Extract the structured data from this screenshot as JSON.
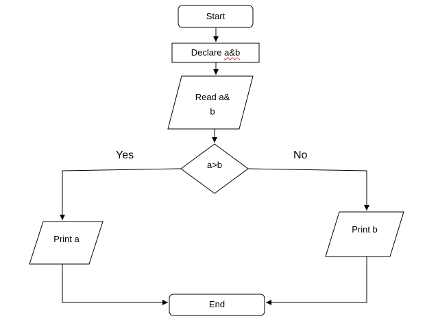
{
  "flowchart": {
    "nodes": {
      "start": "Start",
      "declare": {
        "prefix": "Declare ",
        "flagged": "a&b"
      },
      "read_line1": "Read a&",
      "read_line2": "b",
      "decision": "a>b",
      "print_a": "Print a",
      "print_b": "Print b",
      "end": "End"
    },
    "edge_labels": {
      "yes": "Yes",
      "no": "No"
    },
    "colors": {
      "stroke": "#000000",
      "fill": "#ffffff",
      "spellcheck": "#dd2233"
    }
  }
}
